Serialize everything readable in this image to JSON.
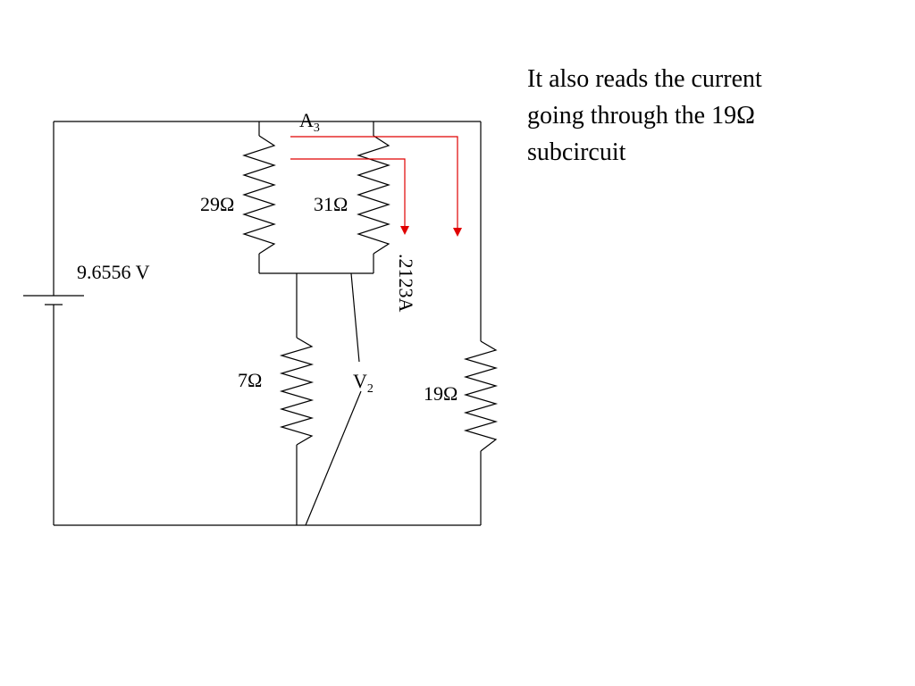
{
  "caption": {
    "line1": "It also reads the current",
    "line2": "going through the 19Ω",
    "line3": "subcircuit"
  },
  "labels": {
    "battery_voltage": "9.6556 V",
    "r29": "29Ω",
    "r31": "31Ω",
    "r7": "7Ω",
    "r19": "19Ω",
    "ammeter_main": "A",
    "ammeter_sub": "3",
    "voltmeter_main": "V",
    "voltmeter_sub": "2",
    "current_reading": ".2123A"
  },
  "colors": {
    "probe": "#e00000",
    "wire": "#000000"
  }
}
